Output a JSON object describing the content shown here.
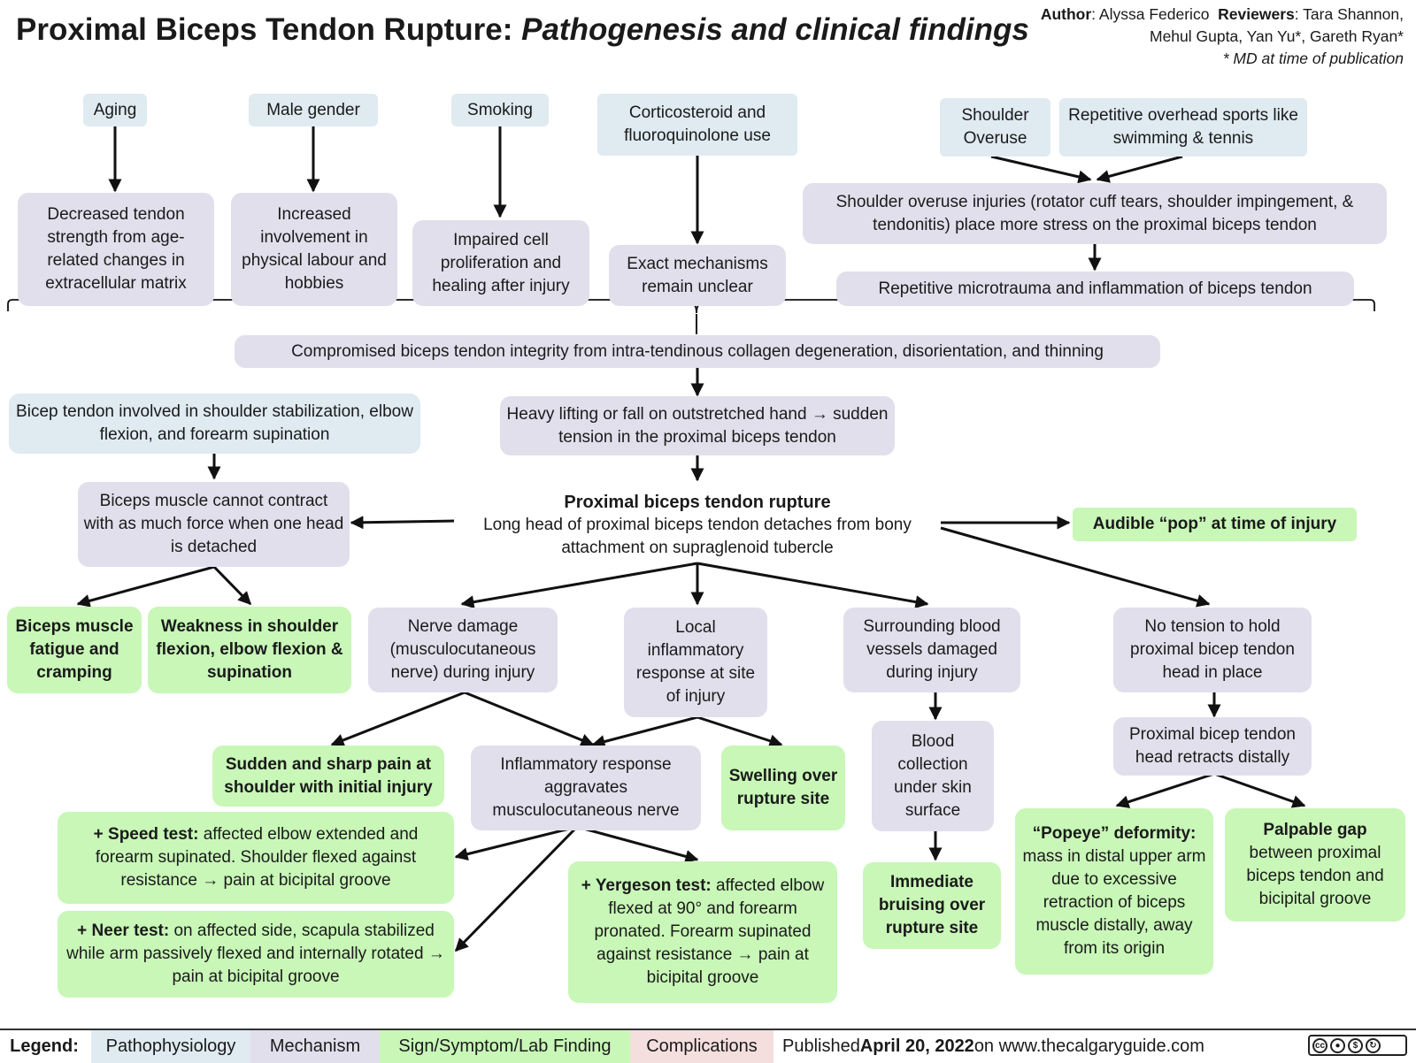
{
  "header": {
    "title_main": "Proximal Biceps Tendon Rupture:",
    "title_sub": "Pathogenesis and clinical findings",
    "author_label": "Author",
    "author_name": ": Alyssa Federico",
    "reviewers_label": "Reviewers",
    "reviewers_line1": ": Tara Shannon,",
    "reviewers_line2": "Mehul Gupta, Yan Yu*, Gareth Ryan*",
    "note": "* MD at time of publication"
  },
  "risk_factors": {
    "aging": "Aging",
    "male": "Male gender",
    "smoking": "Smoking",
    "cortico": "Corticosteroid and fluoroquinolone use",
    "overuse": "Shoulder Overuse",
    "sports": "Repetitive overhead sports like swimming & tennis"
  },
  "mechanisms": {
    "decreased_strength": "Decreased tendon strength from age-related changes in extracellular matrix",
    "increased_involvement": "Increased involvement in physical labour and hobbies",
    "impaired_cell": "Impaired cell proliferation and healing after injury",
    "exact_unclear": "Exact mechanisms remain unclear",
    "overuse_injuries": "Shoulder overuse injuries (rotator cuff tears, shoulder impingement, & tendonitis) place more stress on the proximal biceps tendon",
    "microtrauma": "Repetitive microtrauma and inflammation of biceps tendon",
    "compromised": "Compromised biceps tendon integrity from intra-tendinous collagen degeneration, disorientation, and thinning",
    "bicep_function": "Bicep tendon involved in shoulder stabilization, elbow flexion, and forearm supination",
    "heavy_lifting": "Heavy lifting or fall on outstretched hand → sudden tension in the proximal biceps tendon",
    "rupture_title": "Proximal biceps tendon rupture",
    "rupture_desc": "Long head of proximal biceps tendon detaches from bony attachment on supraglenoid tubercle",
    "cannot_contract": "Biceps muscle cannot contract with as much force when one head is detached",
    "nerve_damage": "Nerve damage (musculocutaneous nerve) during injury",
    "local_inflam": "Local inflammatory response at site of injury",
    "vessels": "Surrounding blood vessels damaged during injury",
    "no_tension": "No tension to hold proximal bicep tendon head in place",
    "inflam_aggravates": "Inflammatory response aggravates musculocutaneous nerve",
    "blood_collection": "Blood collection under skin surface",
    "retracts": "Proximal bicep tendon head retracts distally"
  },
  "signs": {
    "audible_pop": "Audible “pop” at time of injury",
    "fatigue": "Biceps muscle fatigue and cramping",
    "weakness": "Weakness in shoulder flexion, elbow flexion & supination",
    "sudden_pain": "Sudden and sharp pain at shoulder with initial injury",
    "swelling": "Swelling over rupture site",
    "speed_bold": "+ Speed test:",
    "speed_text": " affected elbow extended and forearm supinated. Shoulder flexed against resistance → pain at bicipital groove",
    "neer_bold": "+ Neer test:",
    "neer_text": " on affected side, scapula stabilized while arm passively flexed and internally rotated → pain at bicipital groove",
    "yergeson_bold": "+ Yergeson test:",
    "yergeson_text": " affected elbow flexed at 90° and forearm pronated. Forearm supinated against resistance → pain at bicipital groove",
    "bruising": "Immediate bruising over rupture site",
    "popeye_bold": "“Popeye” deformity:",
    "popeye_text": " mass in distal upper arm due to excessive retraction of biceps muscle distally, away from its origin",
    "gap_bold": "Palpable gap",
    "gap_text": " between proximal biceps tendon and bicipital groove"
  },
  "legend": {
    "label": "Legend:",
    "pathophysiology": "Pathophysiology",
    "mechanism": "Mechanism",
    "sign": "Sign/Symptom/Lab Finding",
    "complications": "Complications",
    "published_prefix": "Published ",
    "published_date": "April 20, 2022",
    "published_suffix": " on www.thecalgaryguide.com"
  },
  "colors": {
    "pathophysiology": "#dfeaf1",
    "mechanism": "#e2dfec",
    "sign": "#c8f7b7",
    "complications": "#f4dede"
  }
}
